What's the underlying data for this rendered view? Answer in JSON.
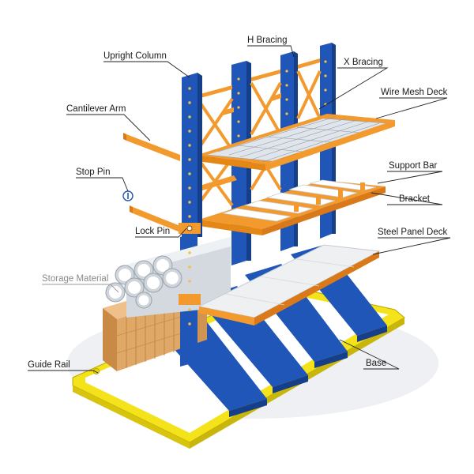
{
  "labels": {
    "h_bracing": "H Bracing",
    "upright_column": "Upright Column",
    "x_bracing": "X Bracing",
    "wire_mesh_deck": "Wire Mesh Deck",
    "cantilever_arm": "Cantilever Arm",
    "stop_pin": "Stop Pin",
    "support_bar": "Support Bar",
    "bracket": "Bracket",
    "lock_pin": "Lock Pin",
    "steel_panel_deck": "Steel Panel Deck",
    "storage_material": "Storage Material",
    "guide_rail": "Guide Rail",
    "base": "Base"
  },
  "colors": {
    "column": "#1f56b8",
    "arm": "#f29a2e",
    "guide_rail": "#f4e21a",
    "timber": "#e0a867",
    "pipe": "#dfe3e8",
    "panel": "#eef0f2",
    "mesh": "#8f9aa5"
  }
}
